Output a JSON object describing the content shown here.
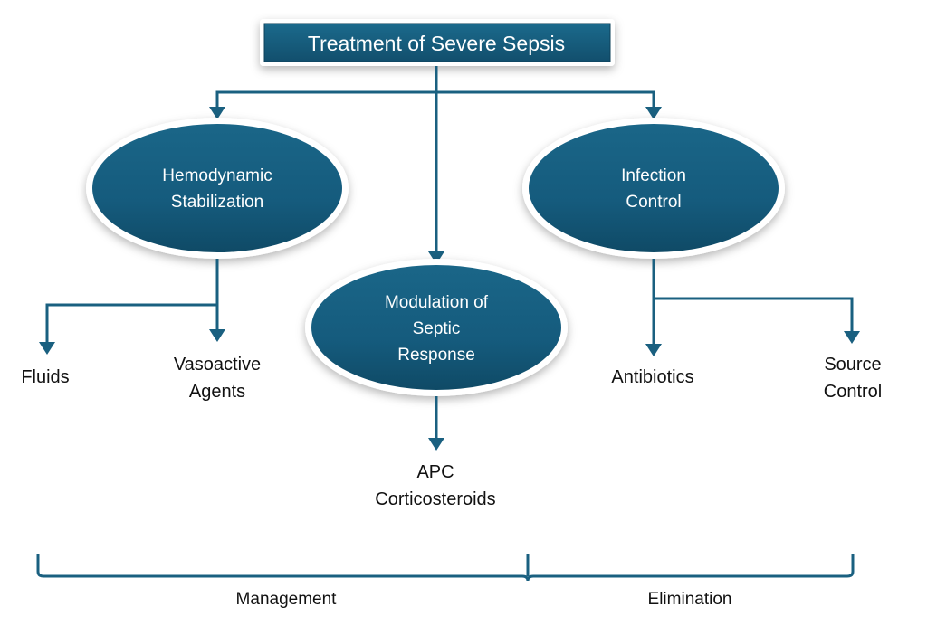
{
  "diagram": {
    "title": "Treatment of Severe Sepsis",
    "colors": {
      "node_fill": "#155b7d",
      "node_border": "#ffffff",
      "connector": "#1a6080",
      "leaf_text": "#111111"
    },
    "branches": [
      {
        "id": "hemodynamic",
        "label_lines": [
          "Hemodynamic",
          "Stabilization"
        ],
        "children": [
          {
            "label_lines": [
              "Fluids"
            ]
          },
          {
            "label_lines": [
              "Vasoactive",
              "Agents"
            ]
          }
        ]
      },
      {
        "id": "modulation",
        "label_lines": [
          "Modulation of",
          "Septic",
          "Response"
        ],
        "children": [
          {
            "label_lines": [
              "APC",
              "Corticosteroids"
            ]
          }
        ]
      },
      {
        "id": "infection",
        "label_lines": [
          "Infection",
          "Control"
        ],
        "children": [
          {
            "label_lines": [
              "Antibiotics"
            ]
          },
          {
            "label_lines": [
              "Source",
              "Control"
            ]
          }
        ]
      }
    ],
    "groups": [
      {
        "label": "Management"
      },
      {
        "label": "Elimination"
      }
    ]
  }
}
